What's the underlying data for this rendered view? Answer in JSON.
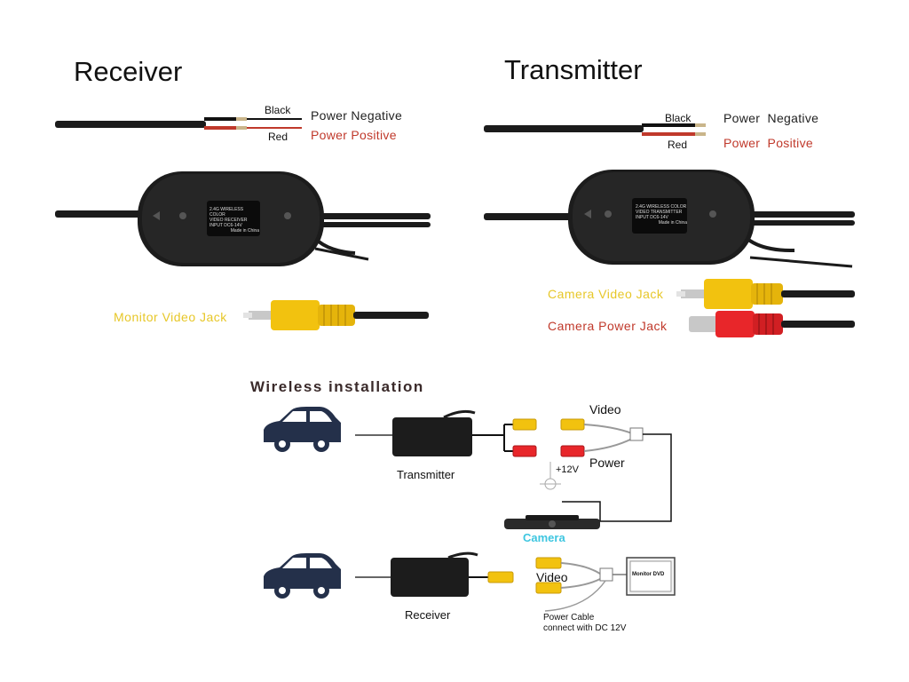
{
  "receiver": {
    "title": "Receiver",
    "black_label": "Black",
    "red_label": "Red",
    "power_negative": "Power Negative",
    "power_positive": "Power Positive",
    "module_text": [
      "2.4G WIRELESS COLOR",
      "VIDEO RECEIVER",
      "INPUT DC6-14V",
      "Made in China"
    ],
    "jack_label": "Monitor Video Jack"
  },
  "transmitter": {
    "title": "Transmitter",
    "black_label": "Black",
    "red_label": "Red",
    "power_negative": "Power  Negative",
    "power_positive": "Power  Positive",
    "module_text": [
      "2.4G WIRELESS COLOR",
      "VIDEO TRANSMITTER",
      "INPUT DC6-14V",
      "Made in China"
    ],
    "video_jack_label": "Camera Video Jack",
    "power_jack_label": "Camera Power Jack"
  },
  "installation": {
    "title": "Wireless installation",
    "transmitter_label": "Transmitter",
    "video_label": "Video",
    "power_label": "Power",
    "voltage_label": "+12V",
    "camera_label": "Camera",
    "receiver_label": "Receiver",
    "video_label_2": "Video",
    "monitor_label": "Monitor DVD",
    "power_cable_line1": "Power Cable",
    "power_cable_line2": "connect with DC 12V"
  },
  "colors": {
    "wire_red": "#c0392b",
    "jack_yellow": "#f2c20f",
    "jack_red": "#e8262a",
    "label_yellow": "#e7c728",
    "camera_cyan": "#3ec6e0",
    "car_navy": "#24304a"
  }
}
